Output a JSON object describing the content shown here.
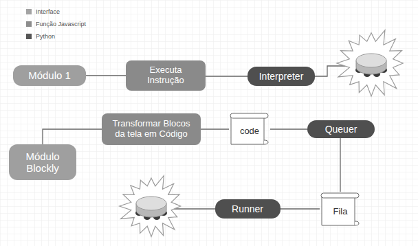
{
  "diagram": {
    "nodes": [
      {
        "text": [
          "Módulo 1"
        ]
      },
      {
        "text": [
          "Executa Instrução"
        ]
      },
      {
        "text": [
          "Interpreter"
        ]
      },
      {
        "text": [
          "Transformar Blocos da tela em Código"
        ]
      },
      {
        "text": [
          "code"
        ]
      },
      {
        "text": [
          "Queuer"
        ]
      },
      {
        "text": [
          "Módulo Blockly"
        ]
      },
      {
        "text": [
          "Runner"
        ]
      },
      {
        "text": [
          "Fila"
        ]
      }
    ],
    "edges": [
      {
        "from": 0,
        "to": 1,
        "arrow": "none"
      },
      {
        "from": 1,
        "to": 2,
        "arrow": "none"
      },
      {
        "from": 6,
        "to": 3,
        "arrow": "none"
      },
      {
        "from": 3,
        "to": 4,
        "arrow": "none"
      },
      {
        "from": 4,
        "to": 5,
        "arrow": "none"
      },
      {
        "from": 5,
        "to": 8,
        "arrow": "none"
      },
      {
        "from": 8,
        "to": 7,
        "arrow": "none"
      }
    ],
    "legend": [
      {
        "text": "Interface",
        "color": "#a3a3a3"
      },
      {
        "text": "Função Javascript",
        "color": "#8c8c8c"
      },
      {
        "text": "Python",
        "color": "#555555"
      }
    ]
  }
}
